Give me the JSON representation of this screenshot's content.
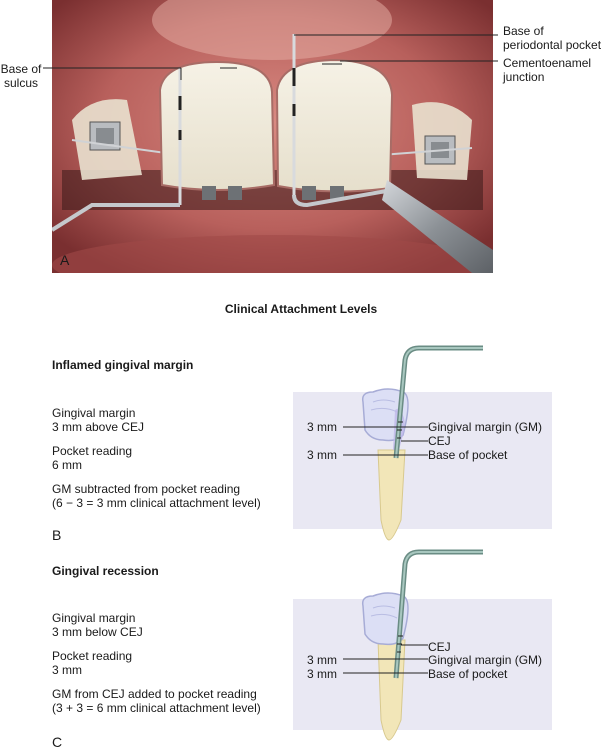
{
  "photo": {
    "panel_letter": "A",
    "label_base_sulcus": [
      "Base of",
      "sulcus"
    ],
    "label_base_pocket": [
      "Base of",
      "periodontal pocket"
    ],
    "label_cej": [
      "Cementoenamel",
      "junction"
    ]
  },
  "main_title": "Clinical Attachment Levels",
  "panel_b": {
    "letter": "B",
    "heading": "Inflamed gingival margin",
    "lines": [
      "Gingival margin",
      "3 mm above CEJ",
      "Pocket reading",
      "6 mm",
      "GM subtracted from pocket reading",
      "(6 − 3 = 3 mm clinical attachment level)"
    ],
    "measure_top": "3 mm",
    "measure_bottom": "3 mm",
    "label_gm": "Gingival margin (GM)",
    "label_cej": "CEJ",
    "label_base": "Base of pocket"
  },
  "panel_c": {
    "letter": "C",
    "heading": "Gingival recession",
    "lines": [
      "Gingival margin",
      "3 mm below CEJ",
      "Pocket reading",
      "3 mm",
      "GM from CEJ added to pocket reading",
      "(3 + 3 = 6 mm clinical attachment level)"
    ],
    "measure_top": "3 mm",
    "measure_bottom": "3 mm",
    "label_cej": "CEJ",
    "label_gm": "Gingival margin (GM)",
    "label_base": "Base of pocket"
  },
  "colors": {
    "gum": "#c96e6a",
    "tooth": "#f3eee2",
    "illustration_bg": "#e9e8f3",
    "crown": "#dcdff5",
    "root": "#f2e6b8"
  }
}
